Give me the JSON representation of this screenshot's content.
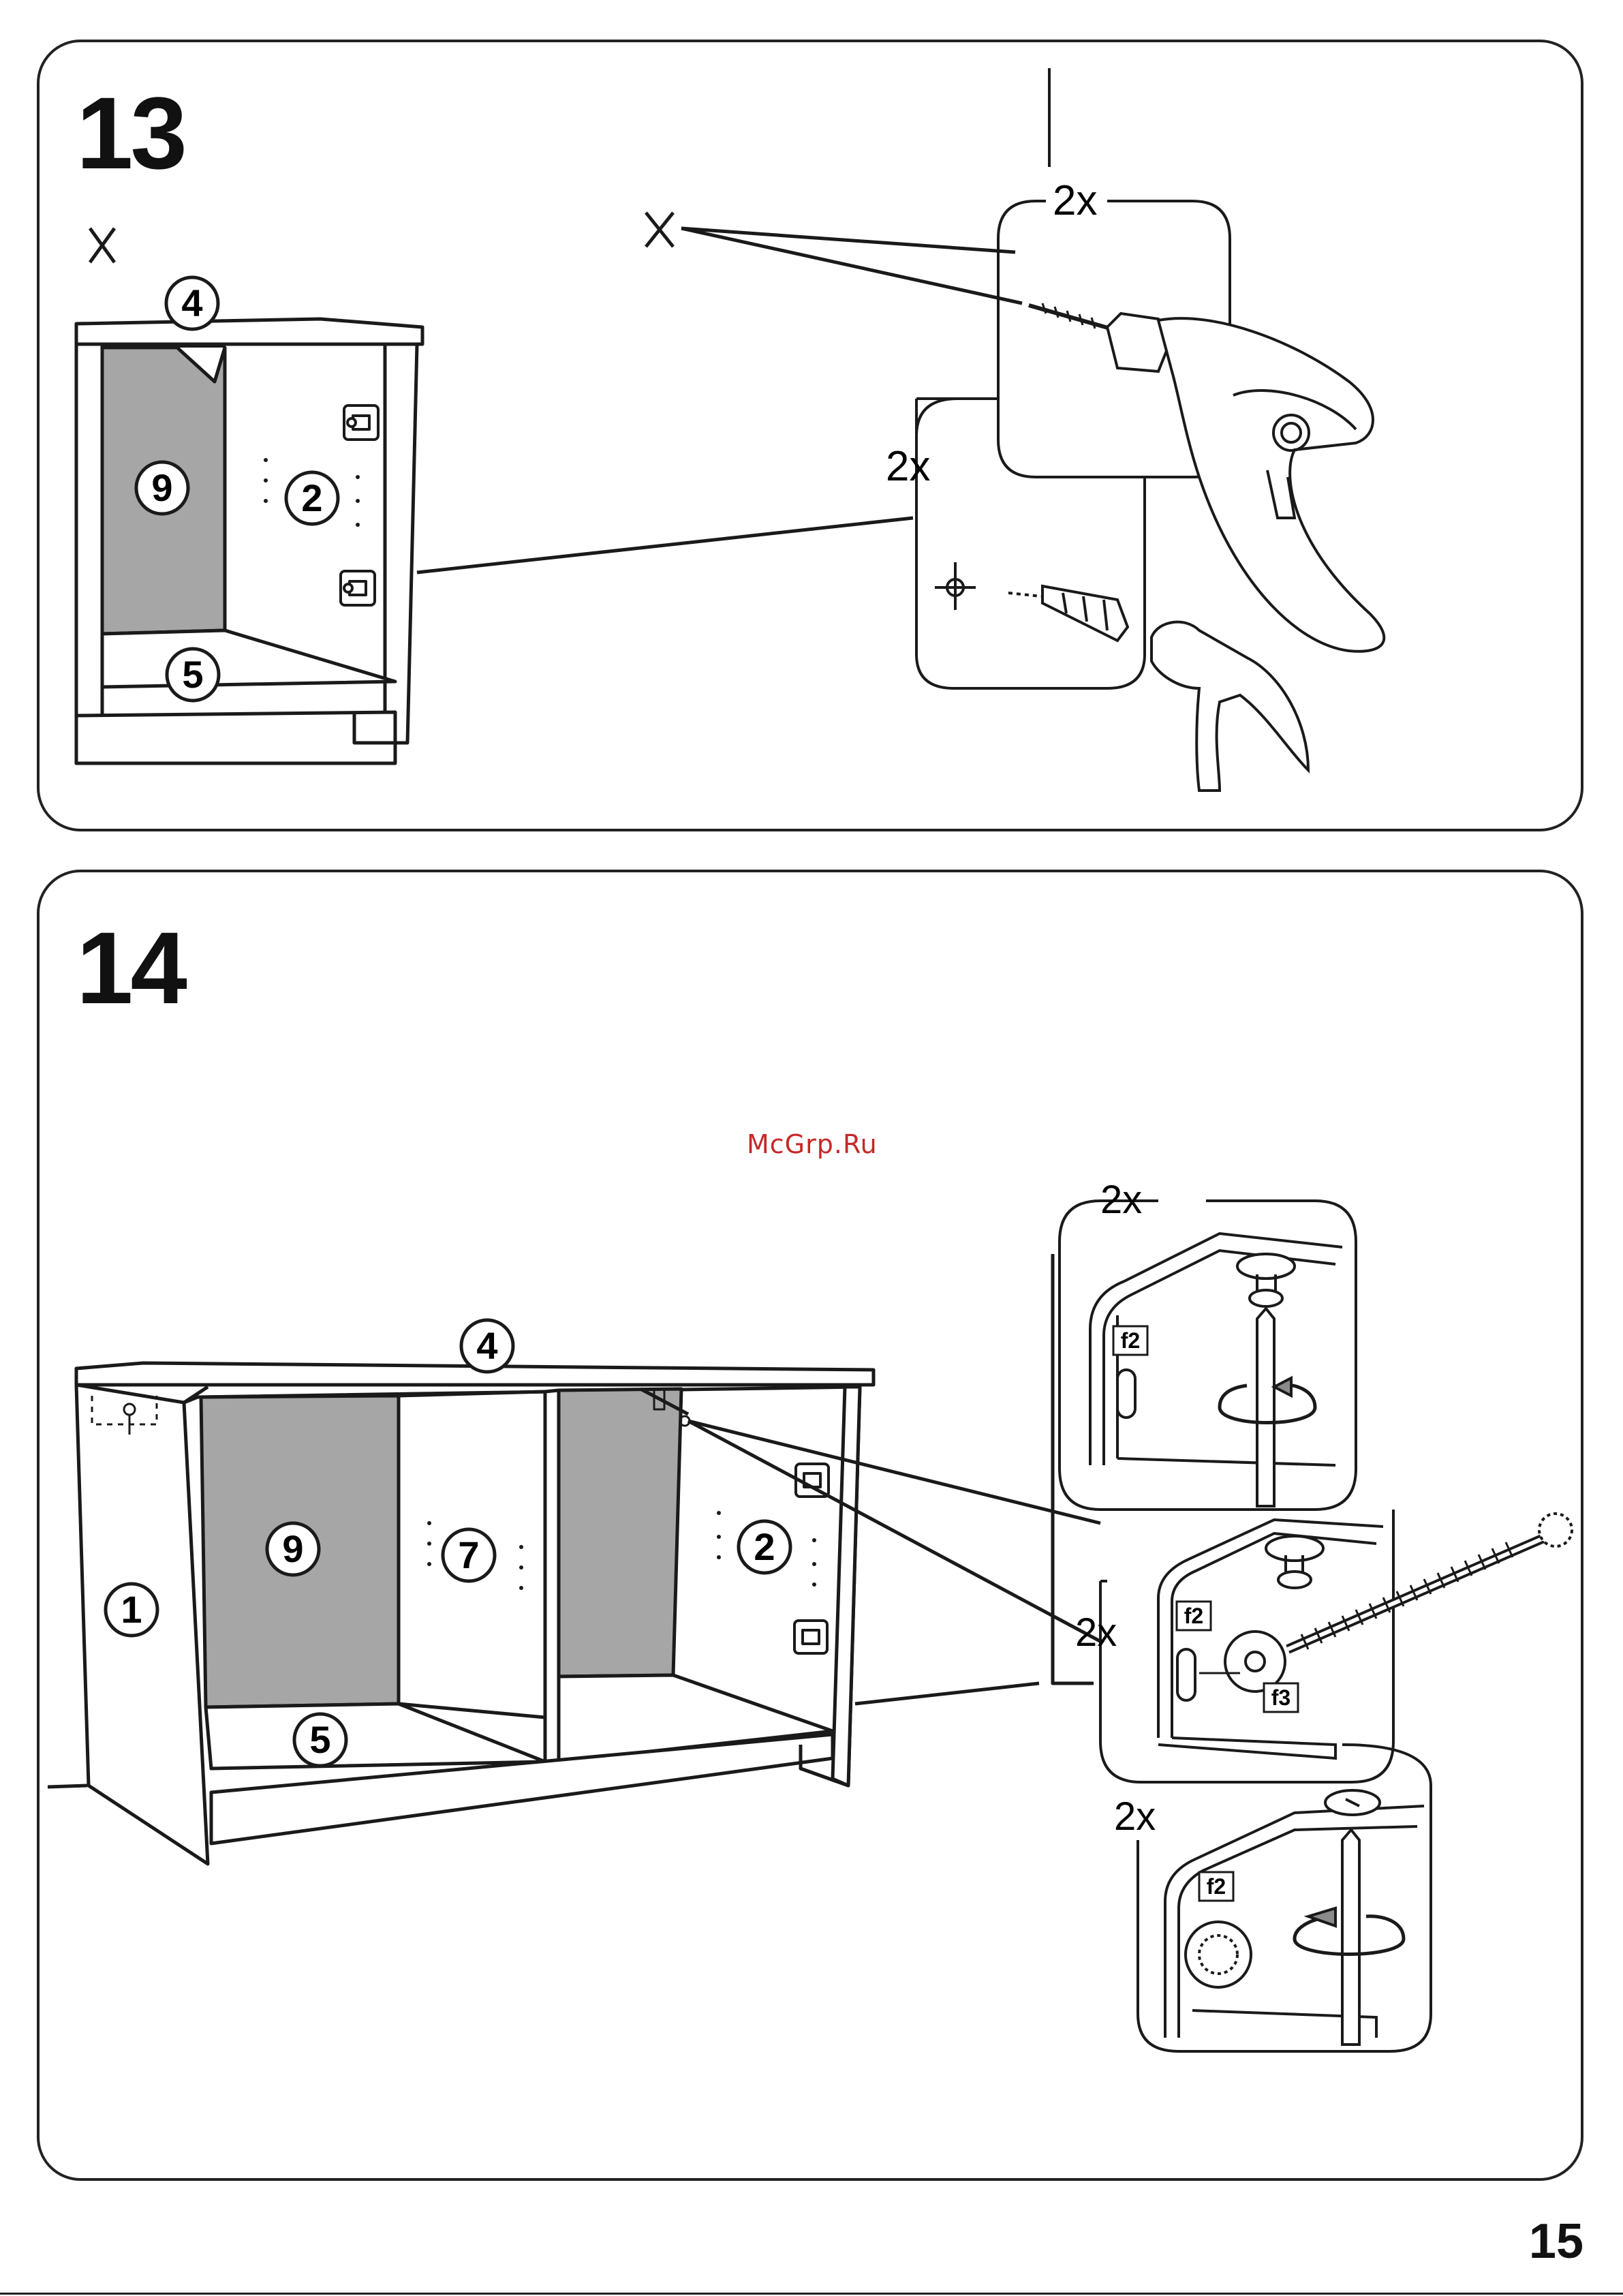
{
  "page": {
    "number": "15",
    "watermark": "McGrp.Ru"
  },
  "steps": [
    {
      "number": "13",
      "parts": {
        "top": "4",
        "back": "9",
        "side": "2",
        "bottom": "5"
      },
      "wall_mark": "X",
      "drill_mark": "X",
      "callouts": {
        "drill_count": "2x",
        "plug_count": "2x"
      }
    },
    {
      "number": "14",
      "parts": {
        "top": "4",
        "back": "9",
        "divider": "7",
        "side_right": "2",
        "side_left": "1",
        "bottom": "5"
      },
      "callouts": {
        "top_count": "2x",
        "middle_count": "2x",
        "bottom_count": "2x",
        "fitting_f2_top": "f2",
        "fitting_f2_middle": "f2",
        "fitting_f3": "f3",
        "fitting_f2_bottom": "f2"
      }
    }
  ],
  "colors": {
    "line": "#1a1a1a",
    "back_panel": "#a6a6a6",
    "arrow": "#8a8a8a",
    "watermark": "#c62828"
  }
}
